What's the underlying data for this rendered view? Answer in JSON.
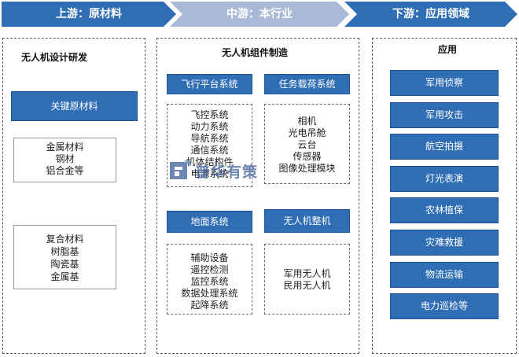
{
  "stages": [
    {
      "label": "上游：原材料"
    },
    {
      "label": "中游：本行业"
    },
    {
      "label": "下游：应用领域"
    }
  ],
  "upstream": {
    "title": "无人机设计研发",
    "key_material": "关键原材料",
    "metals": [
      "金属材料",
      "钢材",
      "铝合金等"
    ],
    "composites": [
      "复合材料",
      "树脂基",
      "陶瓷基",
      "金属基"
    ]
  },
  "midstream": {
    "title": "无人机组件制造",
    "flight_platform": {
      "title": "飞行平台系统",
      "items": [
        "飞控系统",
        "动力系统",
        "导航系统",
        "通信系统",
        "机体结构件",
        "电源系统"
      ]
    },
    "payload": {
      "title": "任务载荷系统",
      "items": [
        "相机",
        "光电吊舱",
        "云台",
        "传感器",
        "图像处理模块"
      ]
    },
    "ground": {
      "title": "地面系统",
      "items": [
        "辅助设备",
        "遥控检测",
        "监控系统",
        "数据处理系统",
        "起降系统"
      ]
    },
    "complete": {
      "title": "无人机整机",
      "items": [
        "军用无人机",
        "民用无人机"
      ]
    }
  },
  "downstream": {
    "title": "应用",
    "items": [
      "军用侦察",
      "军用攻击",
      "航空拍摄",
      "灯光表演",
      "农林植保",
      "灾难救援",
      "物流运输",
      "电力巡检等"
    ]
  },
  "watermark": {
    "text": "普华有策"
  },
  "colors": {
    "banner_upstream": "#2f6db5",
    "banner_midstream": "#aab9d6",
    "banner_downstream": "#2f6db5",
    "box_blue": "#2f6db5"
  }
}
